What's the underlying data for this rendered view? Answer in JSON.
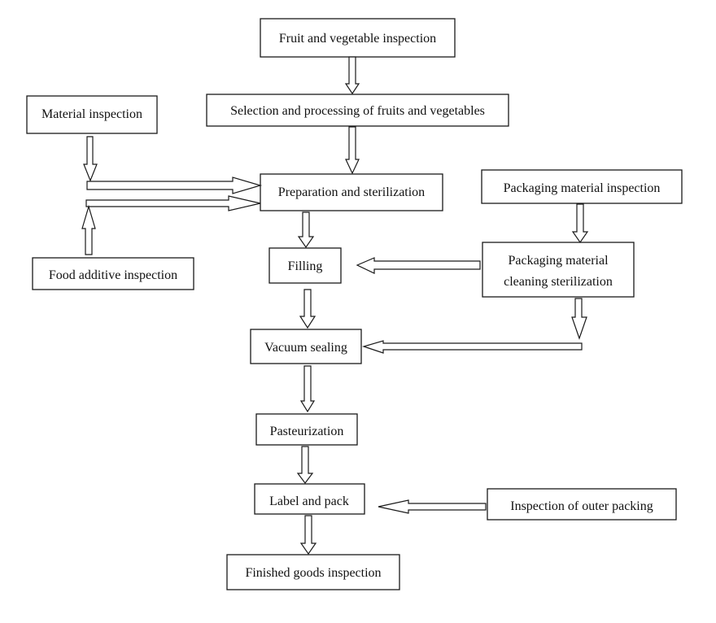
{
  "diagram": {
    "type": "flowchart",
    "nodes": {
      "fruit_veg_inspection": {
        "label": [
          "Fruit and vegetable inspection"
        ]
      },
      "selection_processing": {
        "label": [
          "Selection and processing of fruits and vegetables"
        ]
      },
      "material_inspection": {
        "label": [
          "Material inspection"
        ]
      },
      "preparation_sterilization": {
        "label": [
          "Preparation and sterilization"
        ]
      },
      "packaging_material_inspection": {
        "label": [
          "Packaging material inspection"
        ]
      },
      "food_additive_inspection": {
        "label": [
          "Food additive inspection"
        ]
      },
      "filling": {
        "label": [
          "Filling"
        ]
      },
      "packaging_cleaning_sterilization": {
        "label": [
          "Packaging material",
          "cleaning sterilization"
        ]
      },
      "vacuum_sealing": {
        "label": [
          "Vacuum sealing"
        ]
      },
      "pasteurization": {
        "label": [
          "Pasteurization"
        ]
      },
      "label_and_pack": {
        "label": [
          "Label and pack"
        ]
      },
      "inspection_outer_packing": {
        "label": [
          "Inspection of outer packing"
        ]
      },
      "finished_goods_inspection": {
        "label": [
          "Finished goods inspection"
        ]
      }
    },
    "edges": [
      {
        "from": "fruit_veg_inspection",
        "to": "selection_processing"
      },
      {
        "from": "selection_processing",
        "to": "preparation_sterilization"
      },
      {
        "from": "material_inspection",
        "to": "preparation_sterilization"
      },
      {
        "from": "food_additive_inspection",
        "to": "preparation_sterilization"
      },
      {
        "from": "preparation_sterilization",
        "to": "filling"
      },
      {
        "from": "packaging_material_inspection",
        "to": "packaging_cleaning_sterilization"
      },
      {
        "from": "packaging_cleaning_sterilization",
        "to": "filling"
      },
      {
        "from": "packaging_cleaning_sterilization",
        "to": "vacuum_sealing"
      },
      {
        "from": "filling",
        "to": "vacuum_sealing"
      },
      {
        "from": "vacuum_sealing",
        "to": "pasteurization"
      },
      {
        "from": "pasteurization",
        "to": "label_and_pack"
      },
      {
        "from": "inspection_outer_packing",
        "to": "label_and_pack"
      },
      {
        "from": "label_and_pack",
        "to": "finished_goods_inspection"
      }
    ]
  }
}
